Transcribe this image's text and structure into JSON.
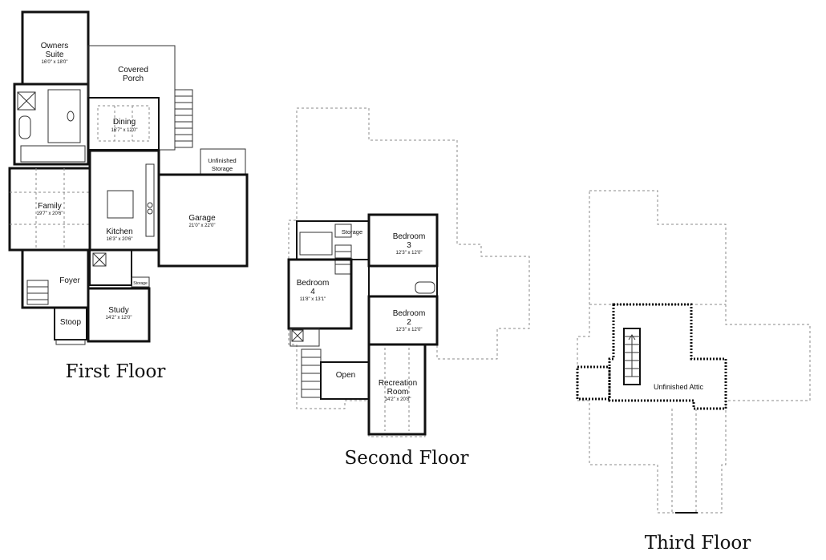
{
  "floors": {
    "first": {
      "title": "First Floor",
      "rooms": {
        "owners_suite": {
          "name1": "Owners",
          "name2": "Suite",
          "dims": "16'0\" x 18'0\""
        },
        "covered_porch": {
          "name1": "Covered",
          "name2": "Porch"
        },
        "dining": {
          "name": "Dining",
          "dims": "16'7\" x 12'0\""
        },
        "unfinished_storage": {
          "name1": "Unfinished",
          "name2": "Storage"
        },
        "family": {
          "name": "Family",
          "dims": "19'7\" x 20'6\""
        },
        "kitchen": {
          "name": "Kitchen",
          "dims": "16'3\" x 20'6\""
        },
        "garage": {
          "name": "Garage",
          "dims": "21'0\" x 22'0\""
        },
        "foyer": {
          "name": "Foyer"
        },
        "storage": {
          "name": "Storage"
        },
        "study": {
          "name": "Study",
          "dims": "14'2\" x 12'0\""
        },
        "stoop": {
          "name": "Stoop"
        }
      }
    },
    "second": {
      "title": "Second Floor",
      "rooms": {
        "storage": {
          "name": "Storage"
        },
        "bedroom3": {
          "name1": "Bedroom",
          "name2": "3",
          "dims": "12'3\" x 12'0\""
        },
        "bedroom4": {
          "name1": "Bedroom",
          "name2": "4",
          "dims": "11'8\" x 13'1\""
        },
        "bedroom2": {
          "name1": "Bedroom",
          "name2": "2",
          "dims": "12'3\" x 12'0\""
        },
        "open": {
          "name": "Open"
        },
        "recreation": {
          "name1": "Recreation",
          "name2": "Room",
          "dims": "14'2\" x 20'8\""
        }
      }
    },
    "third": {
      "title": "Third Floor",
      "rooms": {
        "attic": {
          "name": "Unfinished Attic"
        }
      }
    }
  }
}
